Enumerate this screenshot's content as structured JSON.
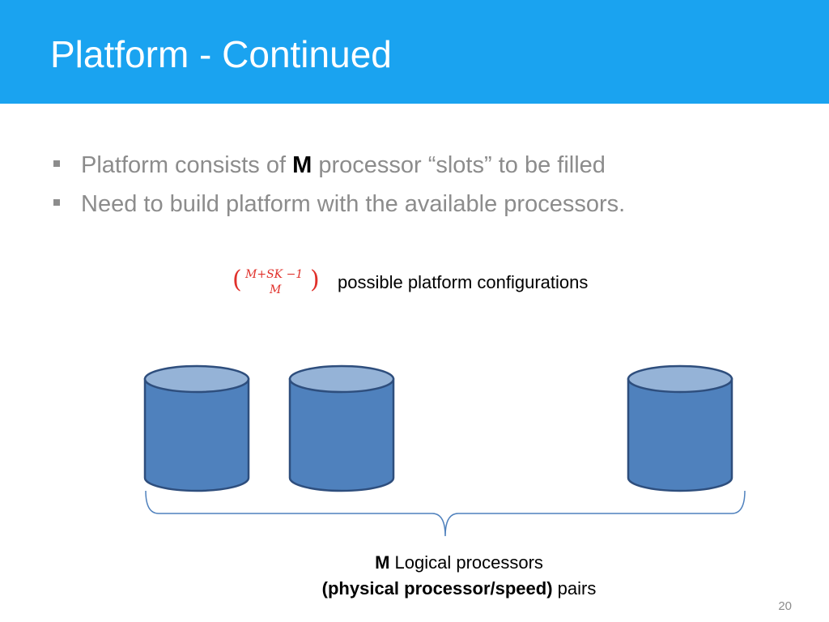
{
  "title": "Platform - Continued",
  "bullets": [
    {
      "before": "Platform consists of ",
      "bold": "M",
      "after": " processor “slots” to be filled"
    },
    {
      "text": "Need to build platform with the available processors."
    }
  ],
  "formula": {
    "top": "M+SK −1",
    "bottom": "M",
    "description": "possible platform configurations"
  },
  "diagram": {
    "cylinder_count": 3,
    "cylinder_fill": "#4f81bd",
    "cylinder_top_fill": "#95b3d7",
    "cylinder_stroke": "#2e4e7d",
    "brace_color": "#4f81bd"
  },
  "caption": {
    "line1_bold": "M",
    "line1_rest": " Logical processors",
    "line2_bold": "(physical processor/speed)",
    "line2_rest": " pairs"
  },
  "slide_number": "20",
  "colors": {
    "title_bar": "#1aa3f0",
    "bullet_text": "#8c8c8c",
    "formula": "#e0302a"
  }
}
